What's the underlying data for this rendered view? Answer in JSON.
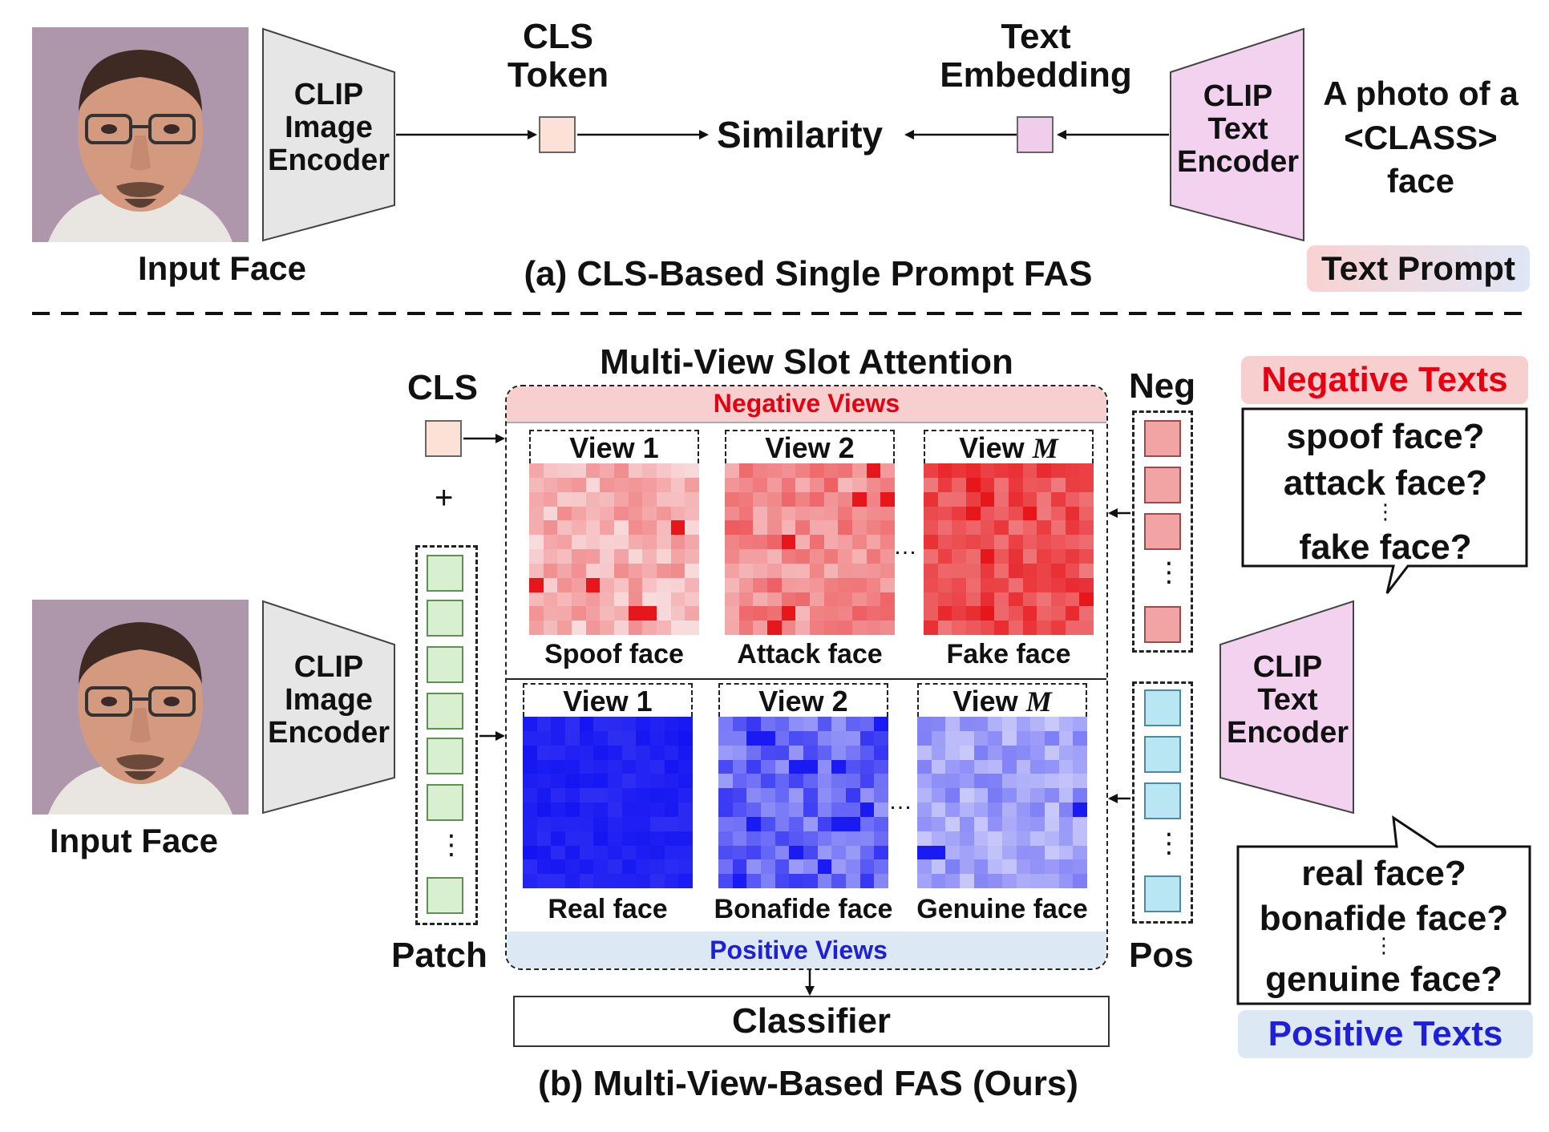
{
  "panel_a": {
    "input_label": "Input Face",
    "image_encoder": [
      "CLIP",
      "Image",
      "Encoder"
    ],
    "cls_token": [
      "CLS",
      "Token"
    ],
    "similarity": "Similarity",
    "text_embedding": [
      "Text",
      "Embedding"
    ],
    "text_encoder": [
      "CLIP",
      "Text",
      "Encoder"
    ],
    "prompt": [
      "A photo of a",
      "<CLASS>",
      "face"
    ],
    "prompt_badge": "Text Prompt",
    "caption": "(a) CLS-Based Single Prompt FAS"
  },
  "panel_b": {
    "input_label": "Input Face",
    "image_encoder": [
      "CLIP",
      "Image",
      "Encoder"
    ],
    "cls": "CLS",
    "plus": "+",
    "patch": "Patch",
    "title": "Multi-View Slot Attention",
    "negative_views": "Negative Views",
    "positive_views": "Positive Views",
    "neg_views": [
      {
        "tab": "View 1",
        "label": "Spoof face"
      },
      {
        "tab": "View 2",
        "label": "Attack face"
      },
      {
        "tab": "View ",
        "tab_italic": "M",
        "label": "Fake face"
      }
    ],
    "pos_views": [
      {
        "tab": "View 1",
        "label": "Real face"
      },
      {
        "tab": "View 2",
        "label": "Bonafide face"
      },
      {
        "tab": "View ",
        "tab_italic": "M",
        "label": "Genuine face"
      }
    ],
    "ellipsis": "…",
    "neg": "Neg",
    "pos": "Pos",
    "text_encoder": [
      "CLIP",
      "Text",
      "Encoder"
    ],
    "negative_texts_badge": "Negative Texts",
    "negative_texts": [
      "spoof face?",
      "attack face?",
      "fake face?"
    ],
    "positive_texts": [
      "real face?",
      "bonafide face?",
      "genuine face?"
    ],
    "positive_texts_badge": "Positive Texts",
    "classifier": "Classifier",
    "caption": "(b) Multi-View-Based FAS (Ours)"
  },
  "colors": {
    "negative_red": "#e60012",
    "positive_blue": "#1f1fd8",
    "encoder_gray": "#e6e6e6",
    "encoder_pink": "#f3d2ef",
    "neg_band": "#f8cfcf",
    "pos_band": "#dce8f3"
  }
}
